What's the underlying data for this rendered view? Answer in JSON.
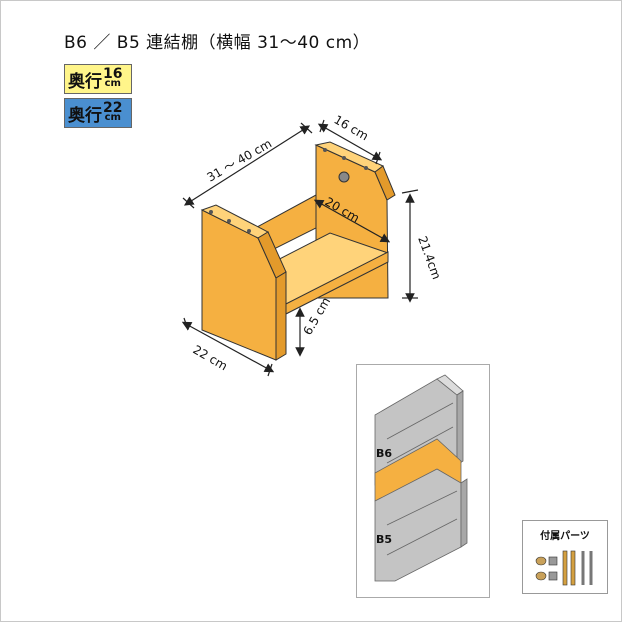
{
  "title": "B6 ／ B5 連結棚（横幅 31〜40 cm）",
  "badges": [
    {
      "word": "奥行",
      "num": "16",
      "unit": "cm"
    },
    {
      "word": "奥行",
      "num": "22",
      "unit": "cm"
    }
  ],
  "dimensions": {
    "width": "31 ～ 40 cm",
    "top_depth": "16 cm",
    "inner_depth": "20 cm",
    "height": "21.4cm",
    "shelf_height": "6.5 cm",
    "base_depth": "22 cm"
  },
  "inset": {
    "upper_label": "B6",
    "lower_label": "B5"
  },
  "parts_label": "付属パーツ",
  "colors": {
    "wood": "#f5b041",
    "wood_light": "#ffd37a",
    "inset_gray": "#c4c4c4",
    "highlight": "#f5b041"
  }
}
